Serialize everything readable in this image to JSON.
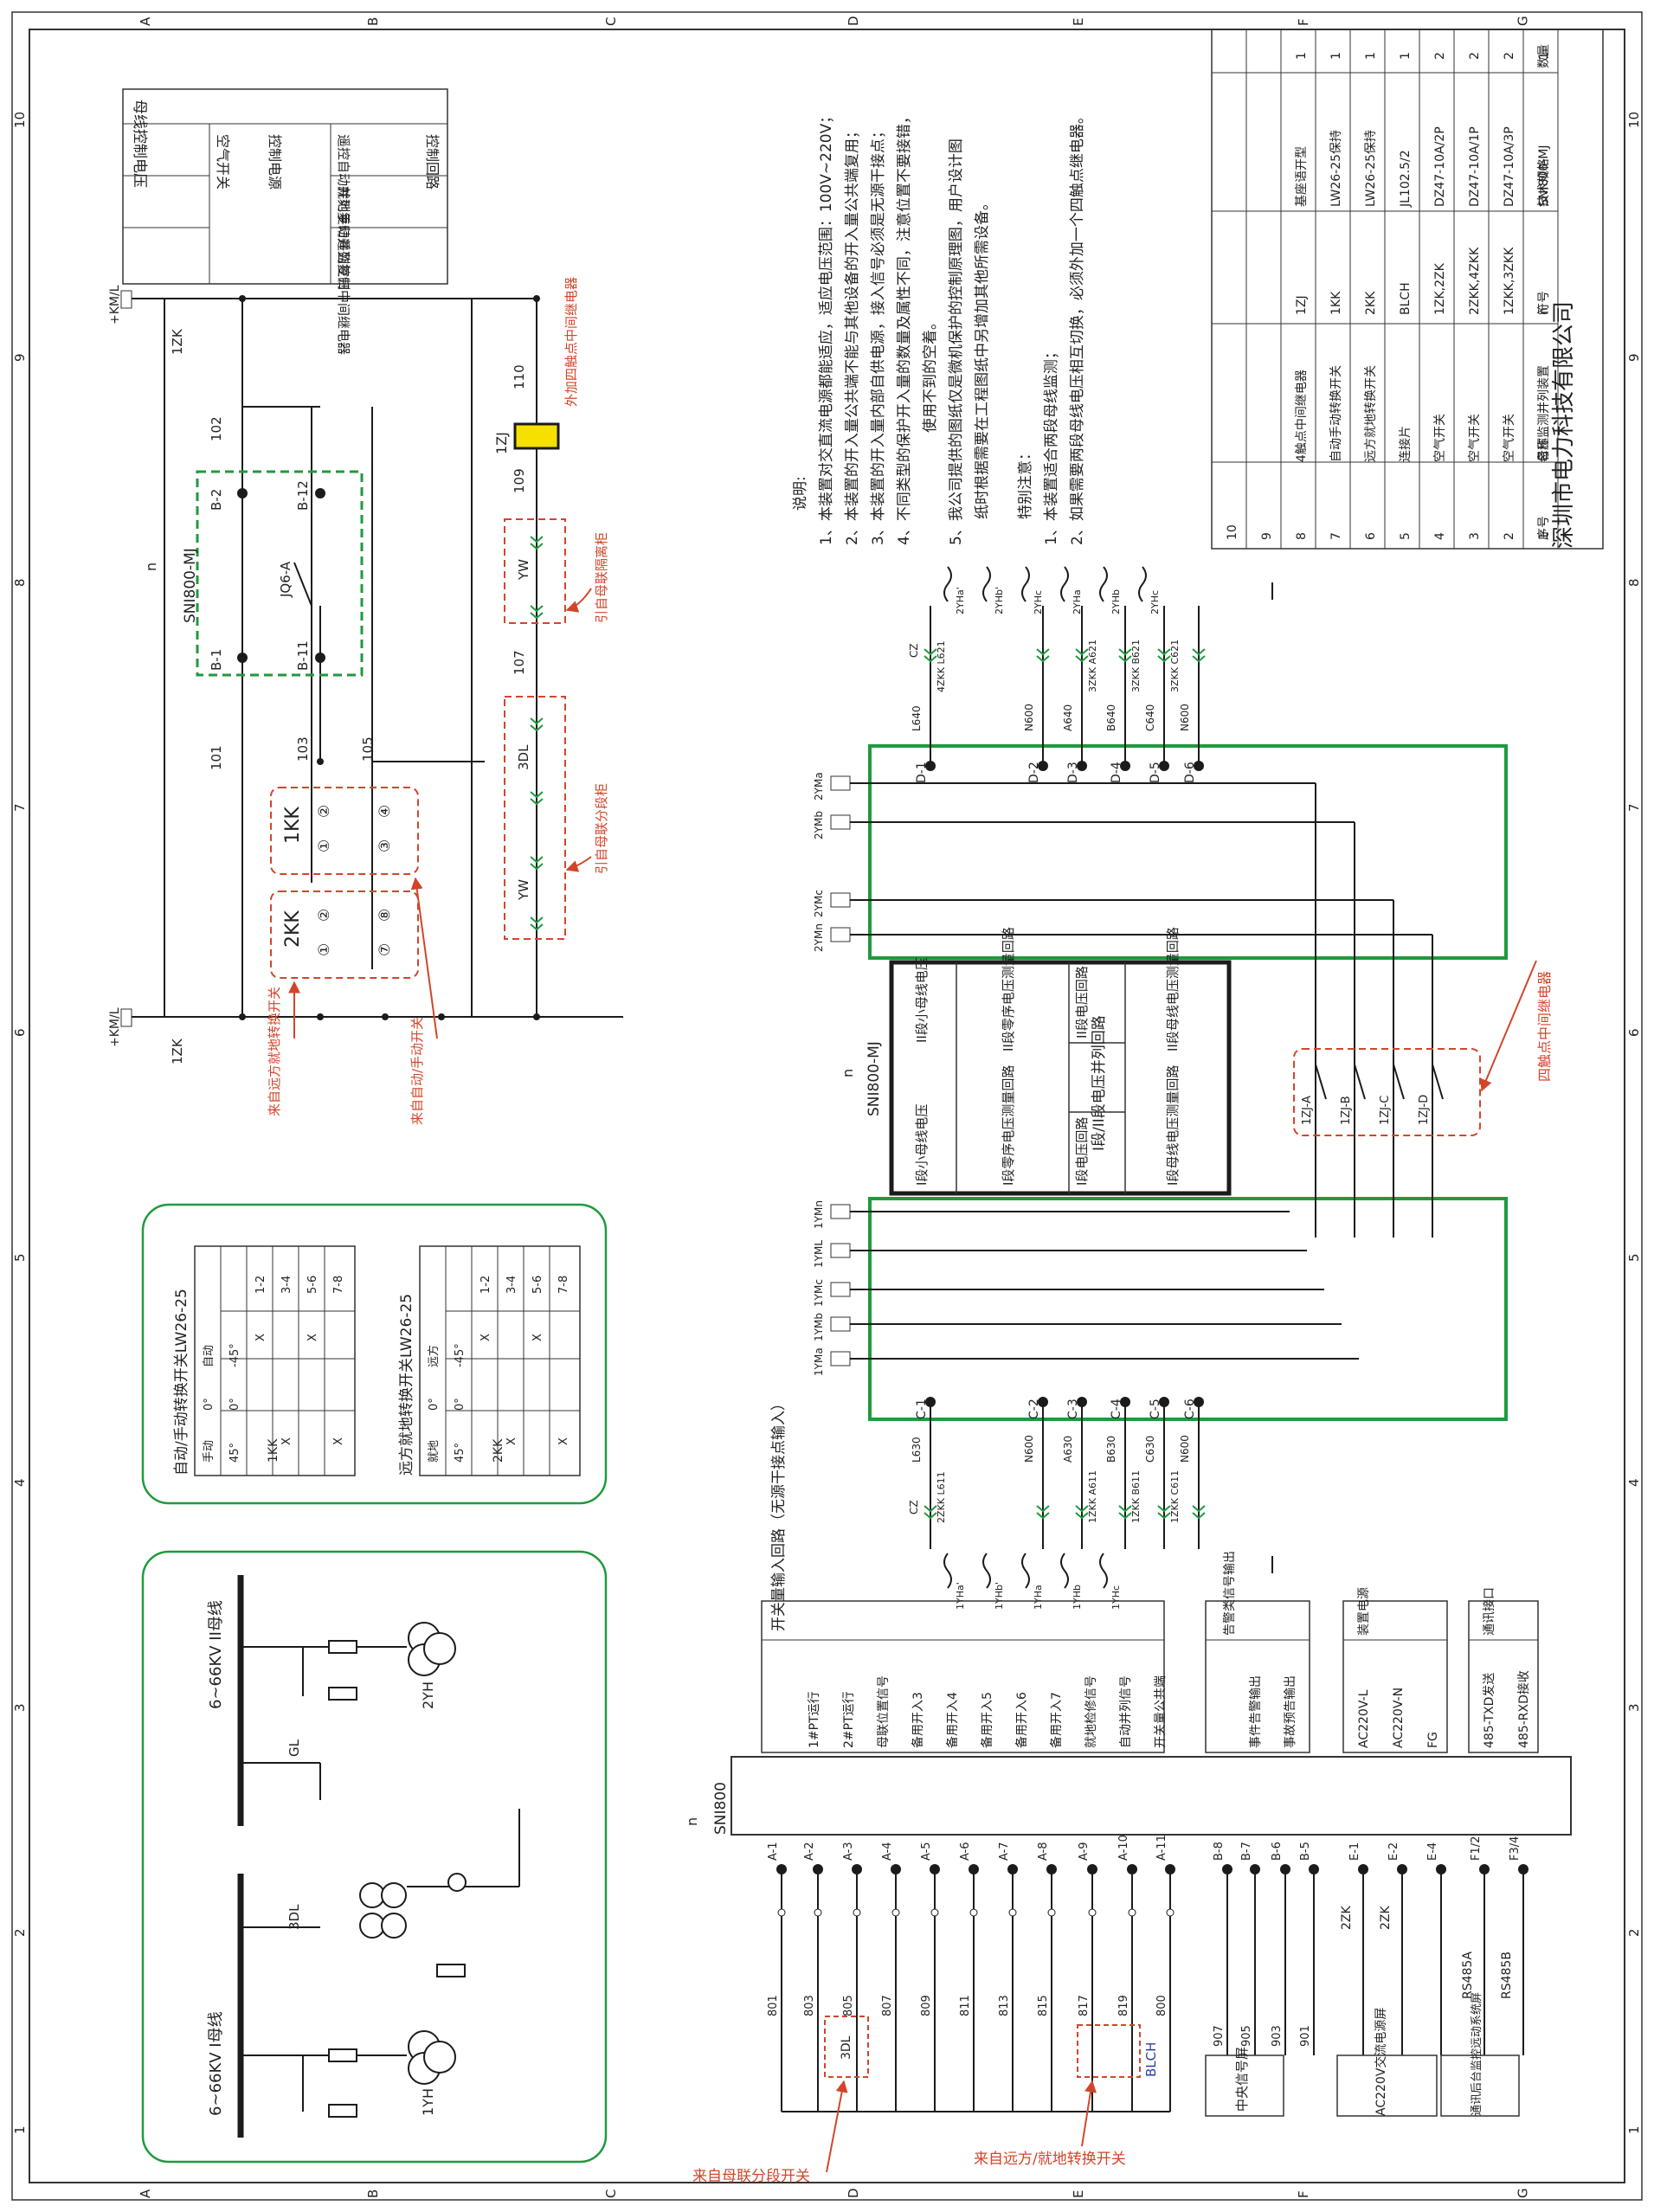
{
  "colors": {
    "green": "#1f9a3c",
    "red": "#d2452b",
    "black": "#1b1b1b",
    "yellow": "#f5e000",
    "blue": "#2a3b9c"
  },
  "border": {
    "rows": [
      "A",
      "B",
      "C",
      "D",
      "E",
      "F",
      "G"
    ],
    "cols": [
      "10",
      "9",
      "8",
      "7",
      "6",
      "5",
      "4",
      "3",
      "2",
      "1"
    ]
  },
  "control_table": {
    "title": "母线控制电压",
    "group_label": "控制回路",
    "rows": [
      "空气开关",
      "控制电源",
      "遥控自动并列复归",
      "就地手动并列复归",
      "遥监控制中间继电器"
    ]
  },
  "top_circuit": {
    "km_top": "+KM/L",
    "zk_top": "1ZK",
    "km_bottom": "+KM/L",
    "zk_bottom": "1ZK",
    "device": "SNI800-MJ",
    "device_n": "n",
    "terminals": [
      "B-2",
      "B-12",
      "B-1",
      "B-11",
      "JQ6-A"
    ],
    "wires": [
      "101",
      "102",
      "103",
      "105",
      "107",
      "109",
      "110"
    ],
    "relay": "1ZJ",
    "note_relay": "外加四触点中间继电器",
    "note_yw": "引自母联隔离柜",
    "note_3dl": "引自母联分段柜",
    "yw": "YW",
    "dl": "3DL",
    "kk1": "1KK",
    "kk2": "2KK",
    "kk_nums": [
      "①",
      "②",
      "③",
      "④",
      "①",
      "②",
      "⑦",
      "⑧"
    ],
    "note_remote": "来自远方就地转换开关",
    "note_auto": "来自自动/手动开关"
  },
  "notes": {
    "title": "说明:",
    "items": [
      "1、本装置对交直流电源都能适应，适应电压范围：100V~220V；",
      "2、本装置的开入量公共端不能与其他设备的开入量公共端复用；",
      "3、本装置的开入量内部自供电源，接入信号必须是无源干接点；",
      "4、不同类型的保护开入量的数量及属性不同，注意位置不要接错，",
      "使用不到的空着。",
      "5、我公司提供的图纸仅是微机保护的控制原理图，用户设计图",
      "纸时根据需要在工程图纸中另增加其他所需设备。"
    ],
    "special_title": "特别注意：",
    "special_items": [
      "1、本装置适合两段母线监测；",
      "2、如果需要两段母线电压相互切换，必须外加一个四触点继电器。"
    ]
  },
  "bom": {
    "headers": [
      "序号",
      "名称",
      "符号",
      "技术规格",
      "数量"
    ],
    "rows": [
      [
        "10",
        "",
        "",
        "",
        ""
      ],
      [
        "9",
        "",
        "",
        "",
        ""
      ],
      [
        "8",
        "4触点中间继电器",
        "1ZJ",
        "基座语开型",
        "1"
      ],
      [
        "7",
        "自动手动转换开关",
        "1KK",
        "LW26-25保持",
        "1"
      ],
      [
        "6",
        "远方就地转换开关",
        "2KK",
        "LW26-25保持",
        "1"
      ],
      [
        "5",
        "连接片",
        "BLCH",
        "JL102.5/2",
        "1"
      ],
      [
        "4",
        "空气开关",
        "1ZK,2ZK",
        "DZ47-10A/2P",
        "2"
      ],
      [
        "3",
        "空气开关",
        "2ZKK,4ZKK",
        "DZ47-10A/1P",
        "2"
      ],
      [
        "2",
        "空气开关",
        "1ZKK,3ZKK",
        "DZ47-10A/3P",
        "2"
      ],
      [
        "1",
        "母压监测并列装置",
        "n",
        "SNI800-MJ",
        "1"
      ]
    ],
    "company": "深圳市电力科技有限公司"
  },
  "middle": {
    "device_n": "n",
    "device": "SNI800-MJ",
    "center_title": "I段/II段电压并列回路",
    "cells_top": [
      "II段小母线电压",
      "II段零序电压测量回路",
      "II段电压回路",
      "II段母线电压测量回路"
    ],
    "cells_bottom": [
      "I段小母线电压",
      "I段零序电压测量回路",
      "I段电压回路",
      "I段母线电压测量回路"
    ],
    "d_terms": [
      "D-1",
      "D-2",
      "D-3",
      "D-4",
      "D-5",
      "D-6"
    ],
    "c_terms": [
      "C-1",
      "C-2",
      "C-3",
      "C-4",
      "C-5",
      "C-6"
    ],
    "d_labels": [
      "L640",
      "N600",
      "A640",
      "B640",
      "C640",
      "N600"
    ],
    "c_labels": [
      "L630",
      "N600",
      "A630",
      "B630",
      "C630",
      "N600"
    ],
    "d_fuses": [
      "4ZKK L621",
      "",
      "3ZKK A621",
      "3ZKK B621",
      "3ZKK C621",
      ""
    ],
    "c_fuses": [
      "2ZKK L611",
      "",
      "1ZKK A611",
      "1ZKK B611",
      "1ZKK C611",
      ""
    ],
    "bus2": [
      "2YMa",
      "2YMb",
      "2YMc",
      "2YMn"
    ],
    "bus1": [
      "1YMn",
      "1YML",
      "1YMc",
      "1YMb",
      "1YMa"
    ],
    "yh2": [
      "2YHa'",
      "2YHb'",
      "2YHc",
      "2YHa",
      "2YHb",
      "2YHc"
    ],
    "yh1": [
      "1YHa'",
      "1YHb'",
      "1YHa",
      "1YHb",
      "1YHc"
    ],
    "cz": "CZ",
    "relay_contacts": [
      "1ZJ-A",
      "1ZJ-B",
      "1ZJ-C",
      "1ZJ-D"
    ],
    "relay_note": "四触点中间继电器"
  },
  "switch_tables": [
    {
      "title": "自动/手动转换开关LW26-25",
      "code": "1KK",
      "positions": [
        "自动",
        "0°",
        "手动"
      ],
      "angles": [
        "-45°",
        "0°",
        "45°"
      ],
      "rows": [
        [
          "1-2",
          "X",
          "",
          ""
        ],
        [
          "3-4",
          "",
          "",
          "X"
        ],
        [
          "5-6",
          "X",
          "",
          ""
        ],
        [
          "7-8",
          "",
          "",
          "X"
        ]
      ]
    },
    {
      "title": "远方就地转换开关LW26-25",
      "code": "2KK",
      "positions": [
        "远方",
        "0°",
        "就地"
      ],
      "angles": [
        "-45°",
        "0°",
        "45°"
      ],
      "rows": [
        [
          "1-2",
          "X",
          "",
          ""
        ],
        [
          "3-4",
          "",
          "",
          "X"
        ],
        [
          "5-6",
          "X",
          "",
          ""
        ],
        [
          "7-8",
          "",
          "",
          "X"
        ]
      ]
    }
  ],
  "single_line": {
    "bus2": "6~66KV II母线",
    "bus1": "6~66KV I母线",
    "pt2": "2YH",
    "pt1": "1YH",
    "gl": "GL",
    "dl": "3DL"
  },
  "io": {
    "header_di": "开关量输入回路（无源干接点输入）",
    "di_items": [
      "1#PT运行",
      "2#PT运行",
      "母联位置信号",
      "备用开入3",
      "备用开入4",
      "备用开入5",
      "备用开入6",
      "备用开入7",
      "就地检修信号",
      "自动并列信号",
      "开关量公共端"
    ],
    "header_alarm": "告警类信号输出",
    "alarm_items": [
      "事件告警输出",
      "事故预告输出"
    ],
    "header_power": "装置电源",
    "power_items": [
      "AC220V-L",
      "AC220V-N",
      "FG"
    ],
    "header_comm": "通讯接口",
    "comm_items": [
      "485-TXD发送",
      "485-RXD接收"
    ],
    "device": "SNI800",
    "device_n": "n",
    "a_terms": [
      "A-1",
      "A-2",
      "A-3",
      "A-4",
      "A-5",
      "A-6",
      "A-7",
      "A-8",
      "A-9",
      "A-10",
      "A-11"
    ],
    "b_terms": [
      "B-8",
      "B-7",
      "B-6",
      "B-5"
    ],
    "e_terms": [
      "E-1",
      "E-2",
      "E-4"
    ],
    "f_terms": [
      "F1/2",
      "F3/4"
    ],
    "a_wires": [
      "801",
      "803",
      "805",
      "807",
      "809",
      "811",
      "813",
      "815",
      "817",
      "819",
      "800"
    ],
    "b_wires": [
      "907",
      "905",
      "903",
      "901"
    ],
    "zk2": "2ZK",
    "rs485": [
      "RS485A",
      "RS485B"
    ],
    "dl3": "3DL",
    "blch": "BLCH",
    "box_central": "中央信号屏",
    "box_ac": "AC220V交流电源屏",
    "box_comm": "通讯后台监控远动系统屏",
    "note_dl": "来自母联分段开关",
    "note_remote": "来自远方/就地转换开关"
  }
}
